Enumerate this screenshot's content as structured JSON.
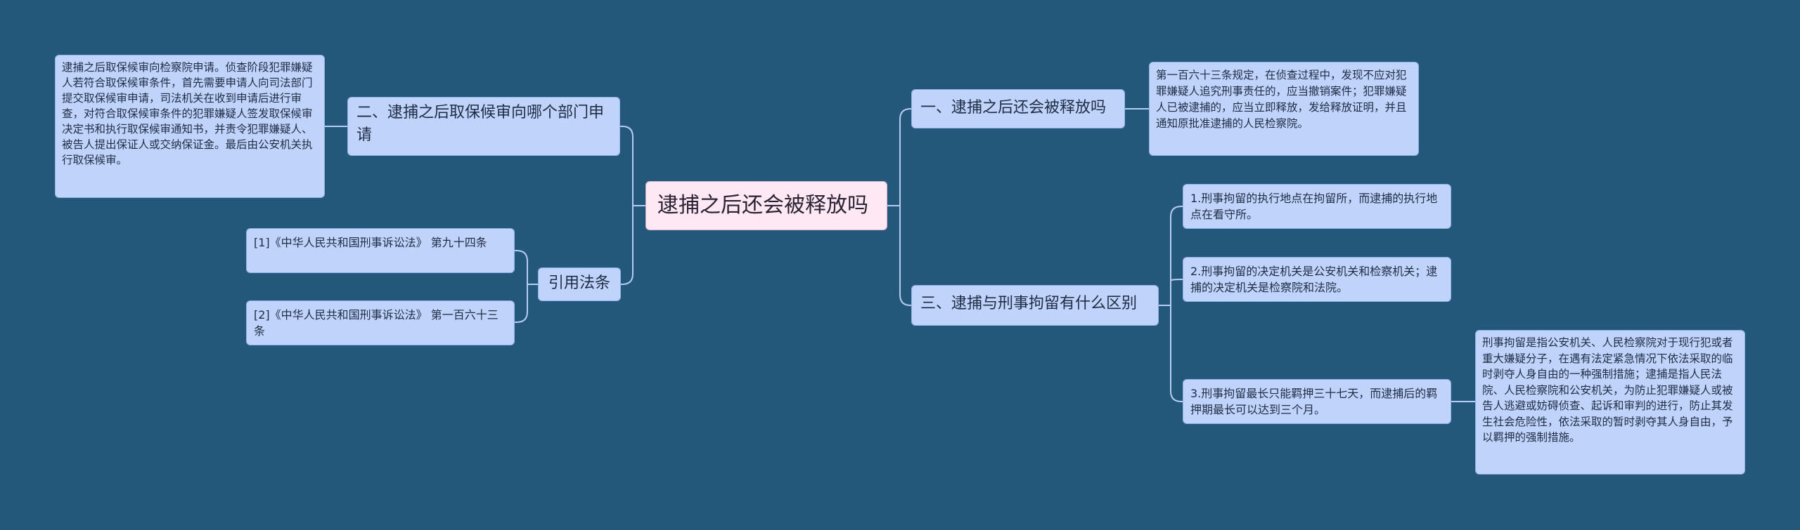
{
  "root": {
    "text": "逮捕之后还会被释放吗"
  },
  "left": {
    "branch_2": {
      "label": "二、逮捕之后取保候审向哪个部门申请",
      "detail": "逮捕之后取保候审向检察院申请。侦查阶段犯罪嫌疑人若符合取保候审条件，首先需要申请人向司法部门提交取保候审申请，司法机关在收到申请后进行审查，对符合取保候审条件的犯罪嫌疑人签发取保候审决定书和执行取保候审通知书，并责令犯罪嫌疑人、被告人提出保证人或交纳保证金。最后由公安机关执行取保候审。"
    },
    "references": {
      "label": "引用法条",
      "items": [
        "[1]《中华人民共和国刑事诉讼法》 第九十四条",
        "[2]《中华人民共和国刑事诉讼法》 第一百六十三条"
      ]
    }
  },
  "right": {
    "branch_1": {
      "label": "一、逮捕之后还会被释放吗",
      "detail": "第一百六十三条规定，在侦查过程中，发现不应对犯罪嫌疑人追究刑事责任的，应当撤销案件；犯罪嫌疑人已被逮捕的，应当立即释放，发给释放证明，并且通知原批准逮捕的人民检察院。"
    },
    "branch_3": {
      "label": "三、逮捕与刑事拘留有什么区别",
      "items": [
        "1.刑事拘留的执行地点在拘留所，而逮捕的执行地点在看守所。",
        "2.刑事拘留的决定机关是公安机关和检察机关；逮捕的决定机关是检察院和法院。",
        "3.刑事拘留最长只能羁押三十七天，而逮捕后的羁押期最长可以达到三个月。"
      ],
      "item_3_detail": "刑事拘留是指公安机关、人民检察院对于现行犯或者重大嫌疑分子，在遇有法定紧急情况下依法采取的临时剥夺人身自由的一种强制措施；逮捕是指人民法院、人民检察院和公安机关，为防止犯罪嫌疑人或被告人逃避或妨碍侦查、起诉和审判的进行，防止其发生社会危险性，依法采取的暂时剥夺其人身自由，予以羁押的强制措施。"
    }
  },
  "colors": {
    "background": "#24587a",
    "node": "#bfd3fb",
    "root": "#fde8f3",
    "line": "#b8ccf2"
  }
}
